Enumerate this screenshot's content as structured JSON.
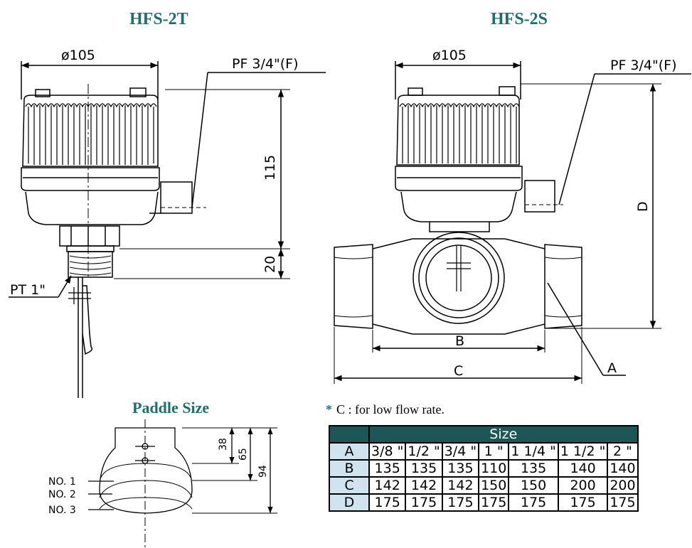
{
  "titles": {
    "left": "HFS-2T",
    "right": "HFS-2S",
    "paddle": "Paddle Size"
  },
  "left_drawing": {
    "dia": "ø105",
    "pf": "PF 3/4\"(F)",
    "h115": "115",
    "h20": "20",
    "pt": "PT 1\""
  },
  "right_drawing": {
    "dia": "ø105",
    "pf": "PF 3/4\"(F)",
    "d": "D",
    "b": "B",
    "c": "C",
    "a": "A"
  },
  "paddle": {
    "no1": "NO. 1",
    "no2": "NO. 2",
    "no3": "NO. 3",
    "d38": "38",
    "d65": "65",
    "d94": "94"
  },
  "note": {
    "bullet": "*",
    "text": "C : for low flow rate."
  },
  "table": {
    "header": "Size",
    "rows": [
      {
        "label": "A",
        "cells": [
          "3/8 \"",
          "1/2 \"",
          "3/4 \"",
          "1 \"",
          "1 1/4 \"",
          "1 1/2 \"",
          "2 \""
        ]
      },
      {
        "label": "B",
        "cells": [
          "135",
          "135",
          "135",
          "110",
          "135",
          "140",
          "140"
        ]
      },
      {
        "label": "C",
        "cells": [
          "142",
          "142",
          "142",
          "150",
          "150",
          "200",
          "200"
        ]
      },
      {
        "label": "D",
        "cells": [
          "175",
          "175",
          "175",
          "175",
          "175",
          "175",
          "175"
        ]
      }
    ]
  }
}
